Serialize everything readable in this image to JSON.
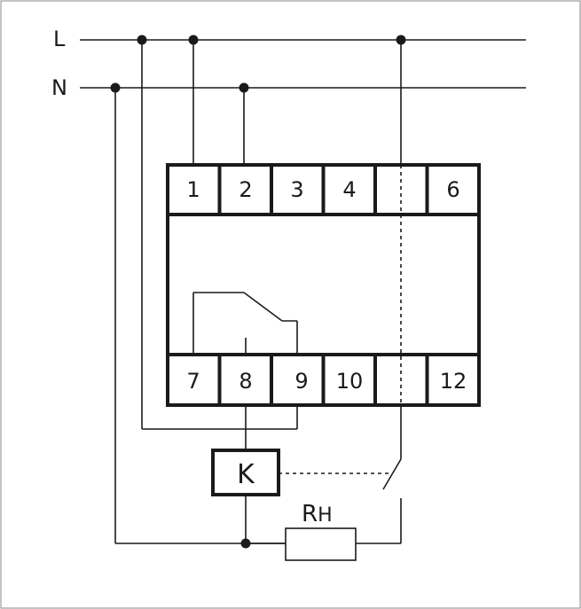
{
  "rails": {
    "L": "L",
    "N": "N"
  },
  "terminals_top": [
    "1",
    "2",
    "3",
    "4",
    "",
    "6"
  ],
  "terminals_bottom": [
    "7",
    "8",
    "9",
    "10",
    "",
    "12"
  ],
  "coil": "K",
  "resistor": {
    "main": "R",
    "sub": "H"
  }
}
